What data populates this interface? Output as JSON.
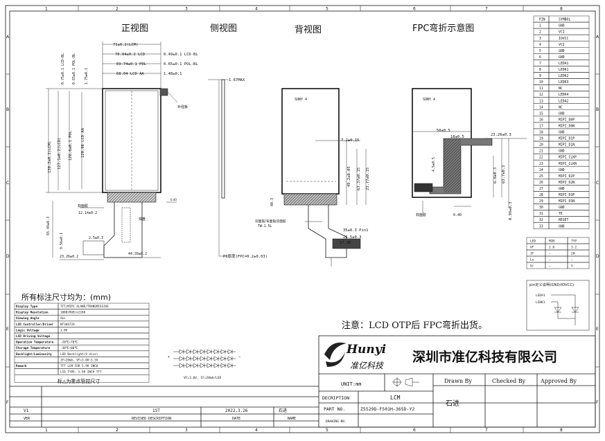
{
  "grid": {
    "columns": [
      "1",
      "2",
      "3",
      "4",
      "5",
      "6",
      "7",
      "8"
    ],
    "rows": [
      "A",
      "B",
      "C",
      "D",
      "E",
      "F"
    ]
  },
  "views": {
    "front": "正视图",
    "side": "侧视图",
    "back": "背视图",
    "fpc": "FPC弯折示意图"
  },
  "front_dims": {
    "lcm_w": "71±0.2(LCM)",
    "lcd_w": "70.04±0.2 LCD",
    "pol_w": "69.74±0.1 POL",
    "aa_w": "68.04 LCD AA",
    "lcd_bl_r": "0.49±0.1 LCD-BL",
    "pol_bl_r": "0.65±0.1 POL-BL",
    "aa_r": "1.48±0.1",
    "lcd_bl_l": "0.75±0.1 LCD-BL",
    "pol_bl_l": "0.65±0.1 POL-BL",
    "top_gap": "1.75±0.1",
    "lcm_h": "130.2±0.2(LCM)",
    "lcd_h": "127.1±0.2(LCD)",
    "pol_h": "126.6±0.1 POL",
    "aa_h": "120.96 LCD AA",
    "fpc_w": "12.14±0.2",
    "fpc_len": "65.49±0.3",
    "fpc_a": "9.56±0.1",
    "fpc_b": "2.5±0.3",
    "fpc_c": "23.26±0.2",
    "fpc_d": "44.39±0.2",
    "fpc_label": "双面胶",
    "side_label": "补强板",
    "pad_label": "焊盘"
  },
  "side_dims": {
    "thickness": "1.67MAX",
    "pi": "PI厚度(FPC=0.2±0.03)"
  },
  "back_dims": {
    "label": "SONY 4",
    "d1": "7.2±0.15",
    "d2": "49.2±0.05",
    "d3": "63.37±0.15",
    "d4": "23.77±0.15",
    "d5": "40.3",
    "d6": "35±0.3 Pin1",
    "d7": "26.5±0.3",
    "d8": "17.35",
    "tape": "双面胶/背面贴双面胶",
    "tape2": "TW-1.5L"
  },
  "fpc_dims": {
    "label": "SONY 4",
    "d1": "50±0.5",
    "d2": "18±0.5",
    "d3": "23.26±0.3",
    "d4": "4.5±0.5",
    "d5": "6.8±0.3",
    "d6": "63.7±0.3",
    "d7": "0.99±0.3",
    "note": "双面胶"
  },
  "pin_table": {
    "headers": [
      "PIN",
      "SYMBOL"
    ],
    "rows": [
      [
        "1",
        "GND"
      ],
      [
        "2",
        "VCI"
      ],
      [
        "3",
        "IOVCC"
      ],
      [
        "4",
        "VCI"
      ],
      [
        "5",
        "GND"
      ],
      [
        "6",
        "GND"
      ],
      [
        "7",
        "LEDA1"
      ],
      [
        "8",
        "LEDK1"
      ],
      [
        "9",
        "LEDK2"
      ],
      [
        "10",
        "LEDK3"
      ],
      [
        "11",
        "NC"
      ],
      [
        "12",
        "LEDK4"
      ],
      [
        "13",
        "LEDA2"
      ],
      [
        "14",
        "NC"
      ],
      [
        "15",
        "GND"
      ],
      [
        "16",
        "MIPI_D0P"
      ],
      [
        "17",
        "MIPI_D0N"
      ],
      [
        "18",
        "GND"
      ],
      [
        "19",
        "MIPI_D1P"
      ],
      [
        "20",
        "MIPI_D1N"
      ],
      [
        "21",
        "GND"
      ],
      [
        "22",
        "MIPI_CLKP"
      ],
      [
        "23",
        "MIPI_CLKN"
      ],
      [
        "24",
        "GND"
      ],
      [
        "25",
        "MIPI_D2P"
      ],
      [
        "26",
        "MIPI_D2N"
      ],
      [
        "27",
        "GND"
      ],
      [
        "28",
        "MIPI_D3P"
      ],
      [
        "29",
        "MIPI_D3N"
      ],
      [
        "30",
        "GND"
      ],
      [
        "31",
        "TE"
      ],
      [
        "32",
        "RESET"
      ],
      [
        "33",
        "GND"
      ]
    ]
  },
  "led_table": {
    "headers": [
      "LED",
      "MIN",
      "TYP"
    ],
    "rows": [
      [
        "VF",
        "2.8",
        "3.2"
      ],
      [
        "IF",
        "—",
        "20"
      ],
      [
        "Lv",
        "—",
        "—"
      ],
      [
        "Vr",
        "—",
        "5"
      ]
    ]
  },
  "circuit": {
    "title": "pin定义说明(GND/IOVCC)",
    "a": "LEDA1",
    "k": "LEDK1"
  },
  "spec_title": "所有标注尺寸均为：(mm)",
  "spec_rows": [
    [
      "Display Type",
      "TFT/MIPI 4LANE/TRANSMISSIVE"
    ],
    [
      "Display Resolution",
      "1080(RGB)x2160"
    ],
    [
      "Viewing Angle",
      "ALL"
    ],
    [
      "LCD Controller/Driver",
      "NT36672A"
    ],
    [
      "Logic Voltage",
      "1.8V"
    ],
    [
      "LCD Driving Voltage",
      ""
    ],
    [
      "Operation Temperature",
      "-20℃~70℃"
    ],
    [
      "Storage Temperature",
      "-30℃~80℃"
    ],
    [
      "Backlight/Luminosity",
      "LED Backlight(9 dice)"
    ],
    [
      "",
      "IF=20mA, VF=3.0V~3.3V"
    ],
    [
      "Remark",
      "TFT LCM FOR 5.99 INCH"
    ],
    [
      "",
      "LCD TYPE: 5.99 INCH TFT"
    ]
  ],
  "spec_footer": "标△为重点管控尺寸",
  "led_diagram_note": "VF=3.0V, IF=20mA/LED",
  "notice": "注意：LCD OTP后 FPC弯折出货。",
  "company": {
    "logo_latin": "Hunyi",
    "logo_cn": "准亿科技",
    "name": "深圳市准亿科技有限公司"
  },
  "title_block": {
    "unit_label": "UNIT:mm",
    "description_label": "DECRIPTION",
    "description_value": "LCM",
    "part_no_label": "PART NO.",
    "part_no_value": "Z5529D-F501H-365D-Y2",
    "drawing_no_label": "DRAWING NO.",
    "drawn_by": "Drawn By",
    "checked_by": "Checked By",
    "approved_by": "Approved By",
    "drawn_name": "石进"
  },
  "revision": {
    "ver": "V1",
    "desc": "1ST",
    "date": "2022.3.26",
    "name": "石进",
    "ver_label": "VER",
    "desc_label": "REVISED DESCRIPTION",
    "date_label": "DATE",
    "name_label": "NAME"
  }
}
